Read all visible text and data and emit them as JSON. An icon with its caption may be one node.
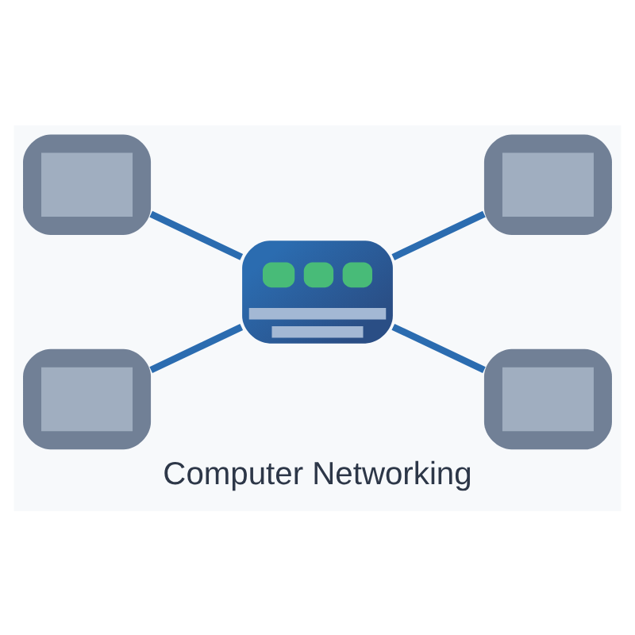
{
  "diagram": {
    "caption": "Computer Networking",
    "nodes": [
      {
        "text": [],
        "shape": "box"
      },
      {
        "text": [],
        "shape": "box"
      },
      {
        "text": [],
        "shape": "box"
      },
      {
        "text": [],
        "shape": "box"
      },
      {
        "text": [],
        "shape": "box"
      }
    ],
    "edges": [
      {
        "from": 0,
        "to": 2,
        "arrow": "none"
      },
      {
        "from": 2,
        "to": 1,
        "arrow": "none"
      },
      {
        "from": 3,
        "to": 2,
        "arrow": "none"
      },
      {
        "from": 2,
        "to": 4,
        "arrow": "none"
      }
    ]
  }
}
